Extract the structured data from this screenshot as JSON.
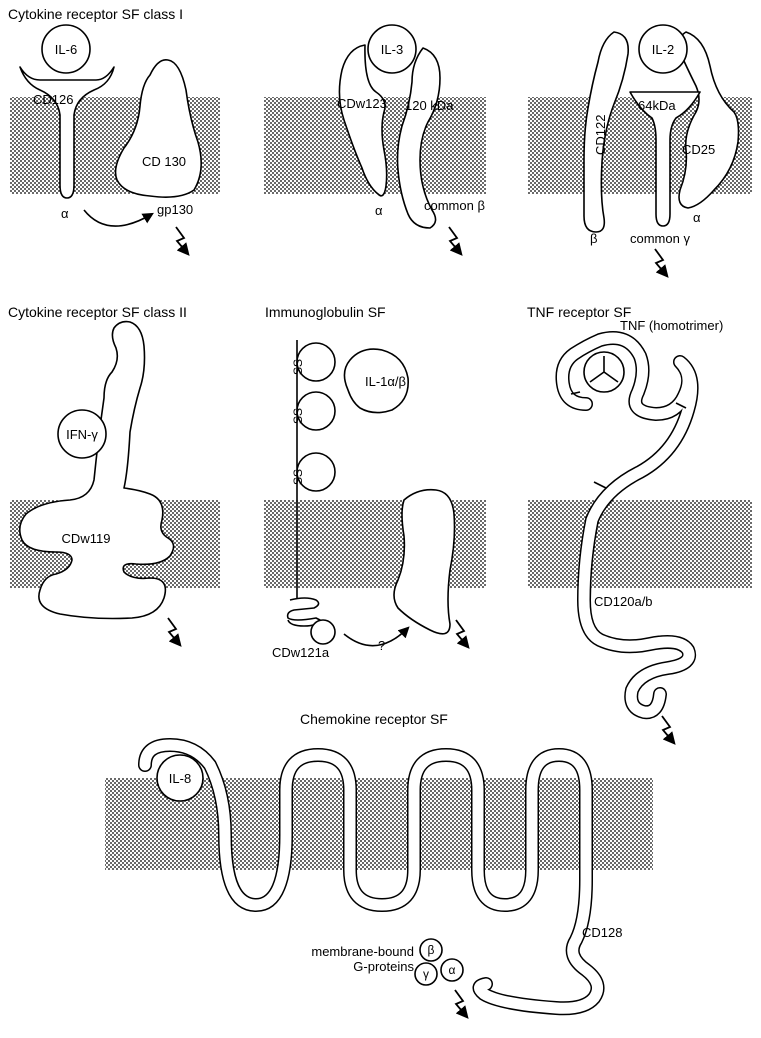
{
  "panels": {
    "class1": {
      "title": "Cytokine receptor SF class I",
      "il6": {
        "ligand": "IL-6",
        "alpha_chain": "CD126",
        "alpha_symbol": "α",
        "partner": "CD 130",
        "partner_name": "gp130"
      },
      "il3": {
        "ligand": "IL-3",
        "alpha_chain": "CDw123",
        "beta_chain": "120 kDa",
        "alpha_symbol": "α",
        "common": "common β"
      },
      "il2": {
        "ligand": "IL-2",
        "beta_chain": "CD122",
        "gamma_chain": "64kDa",
        "alpha_chain": "CD25",
        "beta_symbol": "β",
        "common": "common γ",
        "alpha_symbol": "α"
      }
    },
    "class2": {
      "title": "Cytokine receptor SF class II",
      "ligand": "IFN-γ",
      "receptor": "CDw119"
    },
    "ig": {
      "title": "Immunoglobulin SF",
      "ligand": "IL-1α/β",
      "disulfide": "SS",
      "receptor": "CDw121a",
      "unknown": "?"
    },
    "tnf": {
      "title": "TNF receptor SF",
      "ligand": "TNF (homotrimer)",
      "receptor": "CD120a/b"
    },
    "chemokine": {
      "title": "Chemokine receptor SF",
      "ligand": "IL-8",
      "receptor": "CD128",
      "gprotein_label": "membrane-bound G-proteins",
      "subunits": [
        "β",
        "γ",
        "α"
      ]
    }
  },
  "colors": {
    "membrane_dots": "#000000",
    "background": "#ffffff"
  }
}
